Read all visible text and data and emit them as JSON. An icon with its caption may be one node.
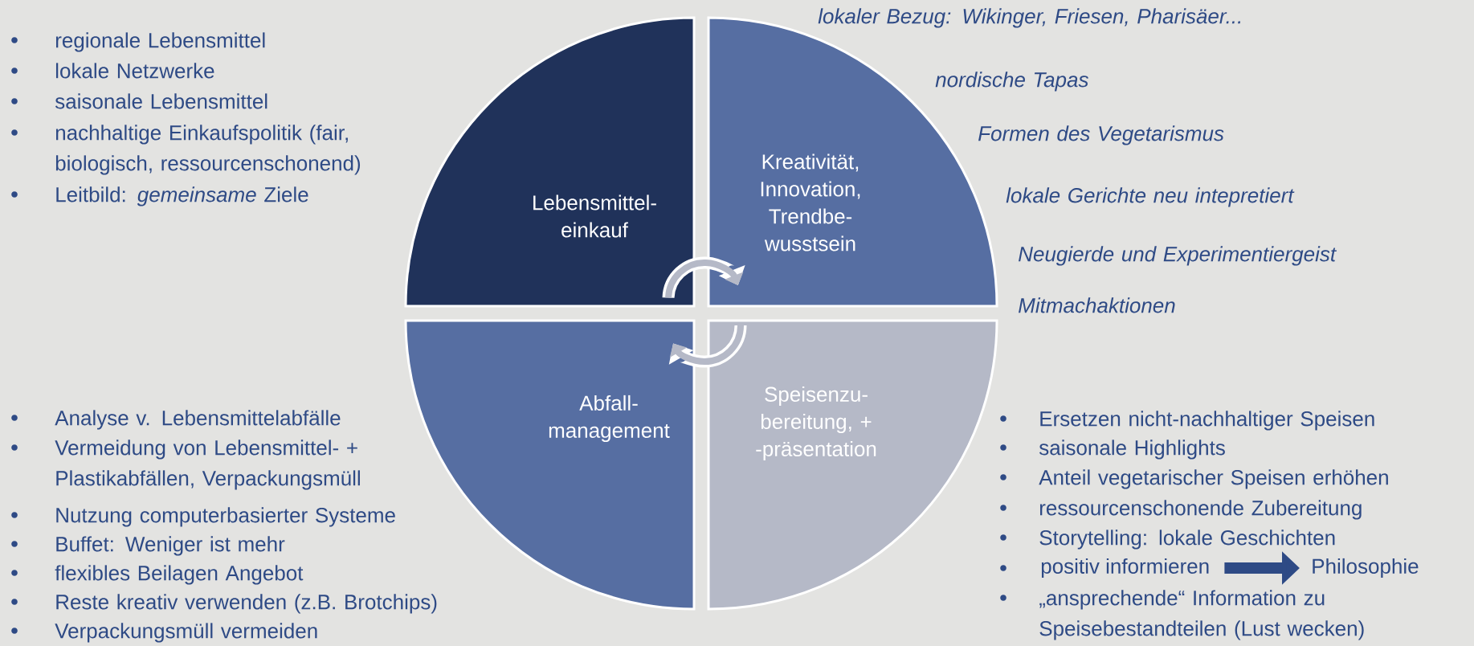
{
  "diagram": {
    "nodes": [
      {
        "text": [
          "Lebensmittel- einkauf"
        ]
      },
      {
        "text": [
          "Kreativität, Innovation, Trendbe- wusstsein"
        ]
      },
      {
        "text": [
          "Abfall- management"
        ]
      },
      {
        "text": [
          "Speisenzu- bereitung, + -präsentation"
        ]
      },
      {
        "text": [
          "positiv informieren"
        ]
      },
      {
        "text": [
          "Philosophie"
        ]
      }
    ],
    "edges": [
      {
        "from": 0,
        "to": 1,
        "arrow": "to"
      },
      {
        "from": 3,
        "to": 2,
        "arrow": "to"
      },
      {
        "from": 4,
        "to": 5,
        "arrow": "to",
        "color": "#2e4a85"
      }
    ],
    "labels": [
      "regionale Lebensmittel",
      "lokale Netzwerke",
      "saisonale Lebensmittel",
      "nachhaltige Einkaufspolitik (fair, biologisch, ressourcenschonend)",
      "Leitbild: *gemeinsame* Ziele",
      "lokaler Bezug: Wikinger, Friesen, Pharisäer...",
      "nordische Tapas",
      "Formen des Vegetarismus",
      "lokale Gerichte neu intepretiert",
      "Neugierde und Experimentiergeist",
      "Mitmachaktionen",
      "Analyse v. Lebensmittelabfälle",
      "Vermeidung von Lebensmittel- + Plastikabfällen, Verpackungsmüll",
      "Nutzung computerbasierter Systeme",
      "Buffet: Weniger ist mehr",
      "flexibles Beilagen Angebot",
      "Reste kreativ verwenden (z.B. Brotchips)",
      "Verpackungsmüll vermeiden",
      "Ersetzen nicht-nachhaltiger Speisen",
      "saisonale Highlights",
      "Anteil vegetarischer Speisen erhöhen",
      "ressourcenschonende Zubereitung",
      "Storytelling: lokale Geschichten",
      "„ansprechende“ Information zu Speisebestandteilen (Lust wecken)"
    ]
  }
}
